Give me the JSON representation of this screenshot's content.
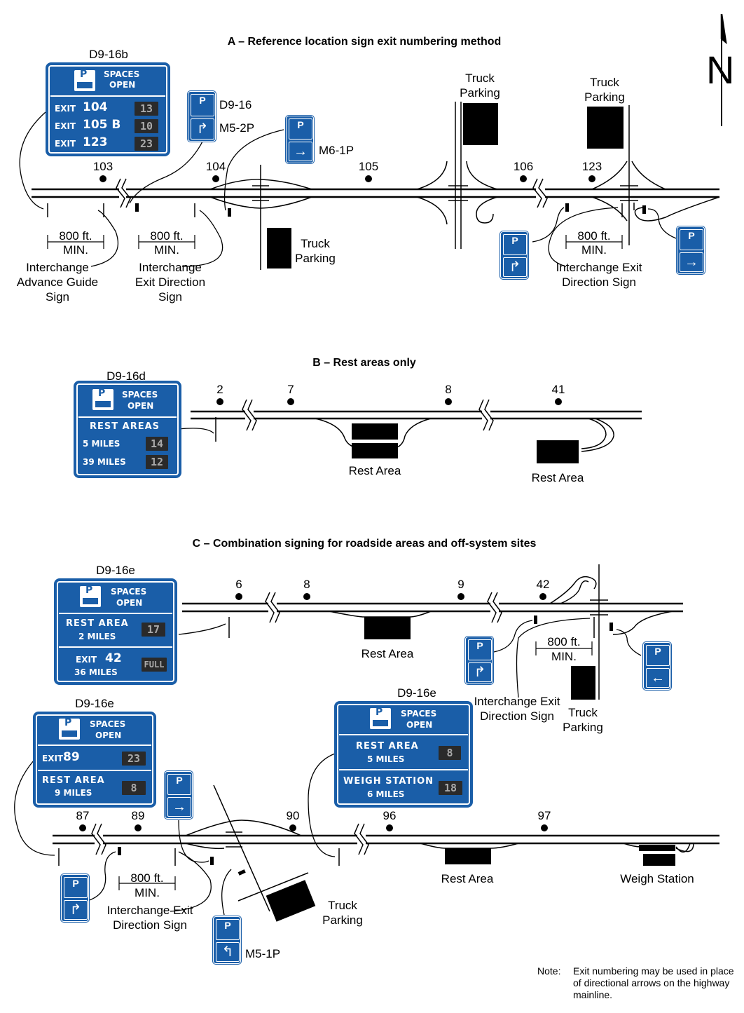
{
  "titles": {
    "a": "A – Reference location sign exit numbering method",
    "b": "B – Rest areas only",
    "c": "C – Combination signing for roadside areas and off-system sites"
  },
  "north": "N",
  "common": {
    "p": "P",
    "spaces": "SPACES",
    "open": "OPEN",
    "dist": "800 ft.",
    "min": "MIN."
  },
  "a": {
    "sign_code": "D9-16b",
    "rows": [
      {
        "label": "EXIT",
        "num": "104",
        "count": "13"
      },
      {
        "label": "EXIT",
        "num": "105 B",
        "count": "10"
      },
      {
        "label": "EXIT",
        "num": "123",
        "count": "23"
      }
    ],
    "small_codes": {
      "d916": "D9-16",
      "m52p": "M5-2P",
      "m61p": "M6-1P"
    },
    "mileposts": [
      "103",
      "104",
      "105",
      "106",
      "123"
    ],
    "truck_parking": "Truck Parking",
    "labels": {
      "advance": "Interchange Advance Guide Sign",
      "exit_dir": "Interchange Exit Direction Sign"
    }
  },
  "b": {
    "sign_code": "D9-16d",
    "rest_areas": "REST AREAS",
    "rows": [
      {
        "dist": "5 MILES",
        "count": "14"
      },
      {
        "dist": "39 MILES",
        "count": "12"
      }
    ],
    "mileposts": [
      "2",
      "7",
      "8",
      "41"
    ],
    "rest_area": "Rest Area"
  },
  "c": {
    "sign_code": "D9-16e",
    "sign1": {
      "r1a": "REST AREA",
      "r1b": "2 MILES",
      "c1": "17",
      "r2a": "EXIT",
      "r2num": "42",
      "r2b": "36 MILES",
      "c2": "FULL"
    },
    "sign2": {
      "r1a": "EXIT",
      "r1num": "89",
      "c1": "23",
      "r2a": "REST AREA",
      "r2b": "9 MILES",
      "c2": "8"
    },
    "sign3": {
      "r1a": "REST AREA",
      "r1b": "5 MILES",
      "c1": "8",
      "r2a": "WEIGH STATION",
      "r2b": "6 MILES",
      "c2": "18"
    },
    "mileposts_top": [
      "6",
      "8",
      "9",
      "42"
    ],
    "mileposts_bottom": [
      "87",
      "89",
      "90",
      "96",
      "97"
    ],
    "rest_area": "Rest Area",
    "weigh_station": "Weigh Station",
    "truck_parking": "Truck Parking",
    "m51p": "M5-1P",
    "exit_dir": "Interchange Exit Direction Sign"
  },
  "note": {
    "label": "Note:",
    "text": "Exit numbering may be used in place of directional arrows on the highway mainline."
  }
}
